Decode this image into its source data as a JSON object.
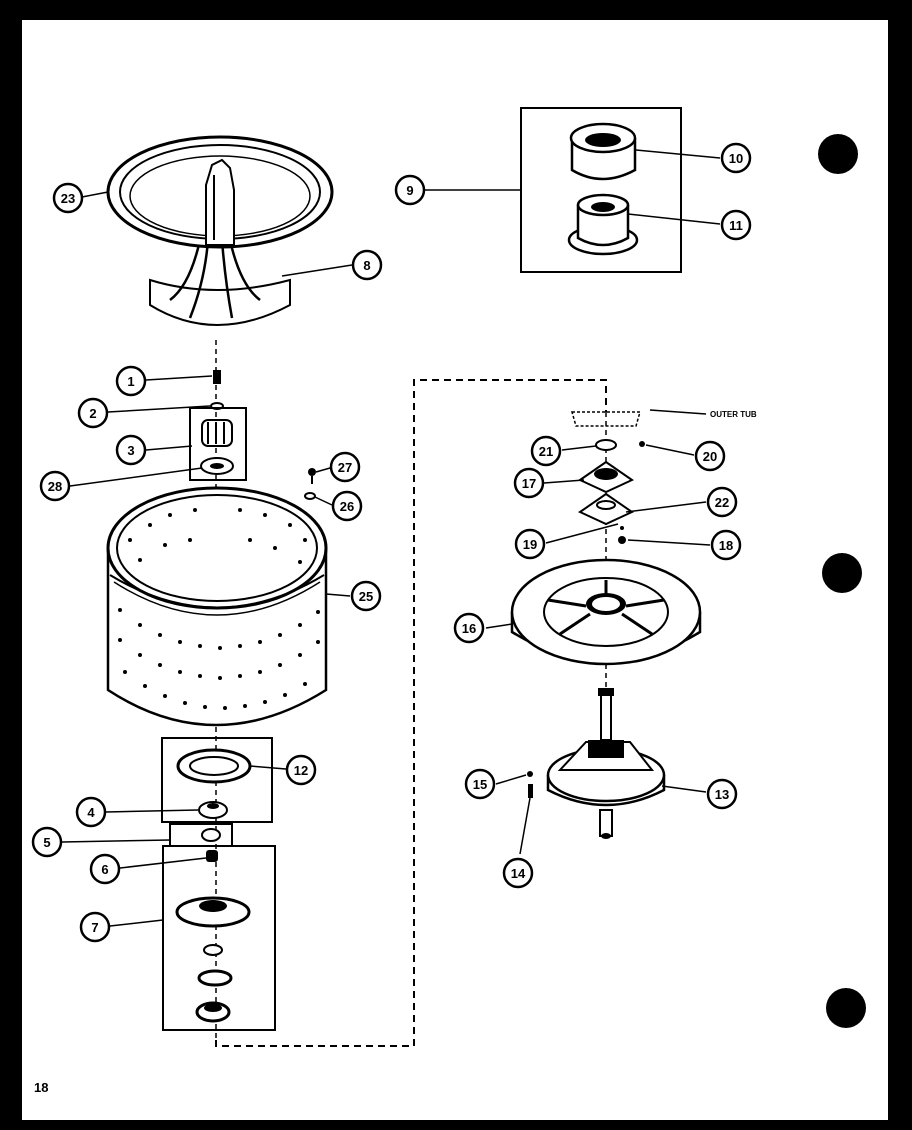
{
  "page_number": "18",
  "labels": {
    "outer_tub": "OUTER TUB"
  },
  "callouts": {
    "c1": "1",
    "c2": "2",
    "c3": "3",
    "c4": "4",
    "c5": "5",
    "c6": "6",
    "c7": "7",
    "c8": "8",
    "c9": "9",
    "c10": "10",
    "c11": "11",
    "c12": "12",
    "c13": "13",
    "c14": "14",
    "c15": "15",
    "c16": "16",
    "c17": "17",
    "c18": "18",
    "c19": "19",
    "c20": "20",
    "c21": "21",
    "c22": "22",
    "c23": "23",
    "c25": "25",
    "c26": "26",
    "c27": "27",
    "c28": "28"
  },
  "colors": {
    "ink": "#000000",
    "paper": "#ffffff"
  }
}
